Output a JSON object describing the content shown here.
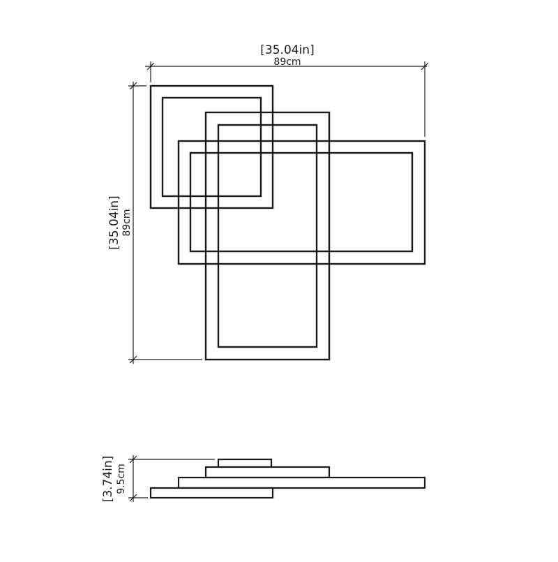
{
  "drawing": {
    "top_view": {
      "width_in": "[35.04in]",
      "width_cm": "89cm",
      "height_in": "[35.04in]",
      "height_cm": "89cm"
    },
    "side_view": {
      "height_in": "[3.74in]",
      "height_cm": "9.5cm"
    },
    "line_color": "#1a1a1a"
  }
}
